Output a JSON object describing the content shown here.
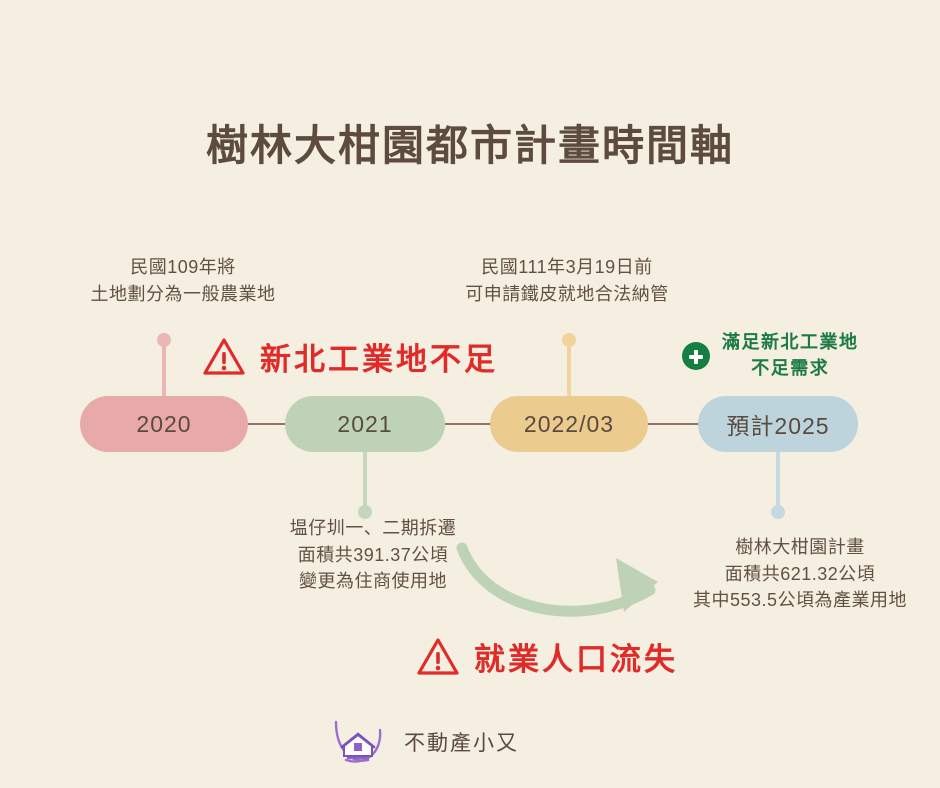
{
  "page": {
    "title": "樹林大柑園都市計畫時間軸",
    "background_color": "#F5EFE1",
    "title_color": "#5E4B40"
  },
  "timeline": {
    "orientation": "horizontal",
    "connector_color": "#8E7362",
    "milestones": [
      {
        "id": "m-2020",
        "pill_label": "2020",
        "pill_color": "#E8A9A9",
        "stem_color": "#EDB6B6",
        "note_position": "above",
        "note_lines": [
          "民國109年將",
          "土地劃分為一般農業地"
        ]
      },
      {
        "id": "m-2021",
        "pill_label": "2021",
        "pill_color": "#BED3B6",
        "stem_color": "#C5D6BD",
        "note_position": "below",
        "note_lines": [
          "塭仔圳一、二期拆遷",
          "面積共391.37公頃",
          "變更為住商使用地"
        ]
      },
      {
        "id": "m-2022-03",
        "pill_label": "2022/03",
        "pill_color": "#EBCB8E",
        "stem_color": "#F0D49C",
        "note_position": "above",
        "note_lines": [
          "民國111年3月19日前",
          "可申請鐵皮就地合法納管"
        ]
      },
      {
        "id": "m-2025",
        "pill_label": "預計2025",
        "pill_color": "#BDD4DC",
        "stem_color": "#C6D9E0",
        "note_position": "below",
        "note_lines": [
          "樹林大柑園計畫",
          "面積共621.32公頃",
          "其中553.5公頃為產業用地"
        ]
      }
    ]
  },
  "callouts": [
    {
      "id": "callout-industrial-land-shortage",
      "type": "warning",
      "icon": "warning-triangle-icon",
      "color": "#E02B28",
      "text": "新北工業地不足"
    },
    {
      "id": "callout-employment-loss",
      "type": "warning",
      "icon": "warning-triangle-icon",
      "color": "#E02B28",
      "text": "就業人口流失"
    },
    {
      "id": "callout-demand-satisfied",
      "type": "positive",
      "icon": "plus-circle-icon",
      "color": "#1C7A43",
      "lines": [
        "滿足新北工業地",
        "不足需求"
      ]
    }
  ],
  "arrow": {
    "id": "flow-arrow",
    "direction": "right",
    "style": "curved",
    "color": "#BED3B6"
  },
  "brand": {
    "label": "不動產小又",
    "logo_icon": "house-swoosh-logo-icon",
    "logo_color": "#8E63C4",
    "logo_text": "不動產小又"
  }
}
